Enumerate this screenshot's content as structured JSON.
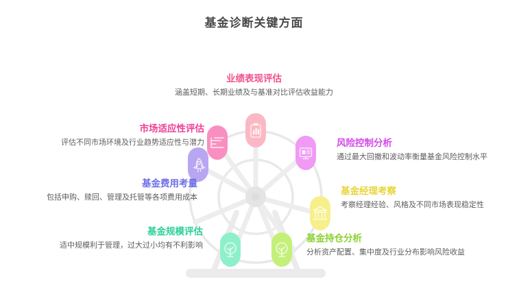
{
  "page": {
    "title": "基金诊断关键方面",
    "background": "#ffffff",
    "title_color": "#4a4a4a"
  },
  "illustration": {
    "name": "ferris-wheel",
    "frame_color": "#ececec",
    "rim_color": "#e6e6e6",
    "hub_color": "#e2e2e2",
    "base_color": "#ebebeb"
  },
  "aspects": [
    {
      "id": "performance",
      "title": "业绩表现评估",
      "desc": "涵盖短期、长期业绩及与基准对比评估收益能力",
      "color": "#f2518c",
      "pod_color": "#fbb8c4",
      "icon": "clipboard-chart-icon",
      "align": "center"
    },
    {
      "id": "market",
      "title": "市场适应性评估",
      "desc": "评估不同市场环境及行业趋势适应性与潜力",
      "color": "#ee3f96",
      "pod_color": "#f98fc0",
      "icon": "bar-chart-icon",
      "align": "right"
    },
    {
      "id": "risk",
      "title": "风险控制分析",
      "desc": "通过最大回撤和波动率衡量基金风险控制水平",
      "color": "#d34ae8",
      "pod_color": "#f09af5",
      "icon": "monitor-shield-icon",
      "align": "left"
    },
    {
      "id": "fee",
      "title": "基金费用考量",
      "desc": "包括申购、赎回、管理及托管等各项费用成本",
      "color": "#6f6fe8",
      "pod_color": "#b9a6f2",
      "icon": "rocket-icon",
      "align": "right"
    },
    {
      "id": "manager",
      "title": "基金经理考察",
      "desc": "考察经理经验、风格及不同市场表现稳定性",
      "color": "#e9d53c",
      "pod_color": "#f7f08a",
      "icon": "bank-building-icon",
      "align": "left"
    },
    {
      "id": "scale",
      "title": "基金规模评估",
      "desc": "适中规模利于管理，过大过小均有不利影响",
      "color": "#2ed09a",
      "pod_color": "#8ef0cb",
      "icon": "tree-growth-icon",
      "align": "right"
    },
    {
      "id": "holdings",
      "title": "基金持仓分析",
      "desc": "分析资产配置、集中度及行业分布影响风险收益",
      "color": "#8bd132",
      "pod_color": "#c4f07a",
      "icon": "tree-allocation-icon",
      "align": "left"
    }
  ]
}
